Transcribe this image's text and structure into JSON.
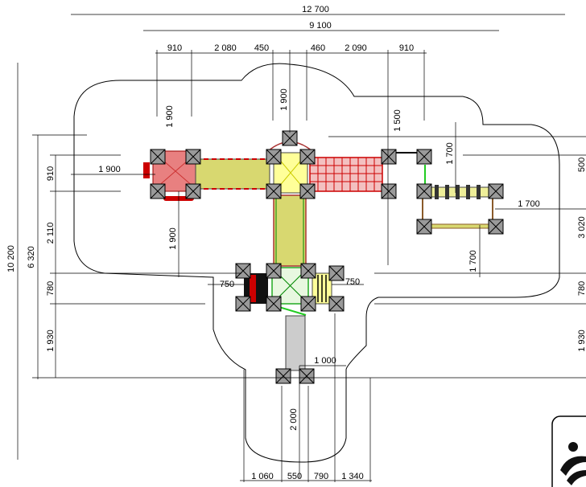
{
  "dimensions": {
    "top_total": "12 700",
    "top_second": "9 100",
    "top_segments": [
      "910",
      "2 080",
      "450",
      "460",
      "2 090",
      "910"
    ],
    "left_total": "10 200",
    "left_second": "6 320",
    "left_segments": [
      "910",
      "2 110",
      "780",
      "1 930"
    ],
    "bottom_segments": [
      "1 060",
      "550",
      "790",
      "1 340"
    ],
    "right_segments": [
      "500",
      "3 020",
      "780",
      "1 930"
    ],
    "inner": {
      "v_1900_top": "1 900",
      "v_1900_center": "1 900",
      "h_1900_left": "1 900",
      "v_1900_left": "1 900",
      "v_1500": "1 500",
      "v_1700_upper": "1 700",
      "h_1700_right": "1 700",
      "v_1700_lower": "1 700",
      "h_750_left": "750",
      "h_750_right": "750",
      "h_1000": "1 000",
      "v_2000": "2 000"
    }
  }
}
